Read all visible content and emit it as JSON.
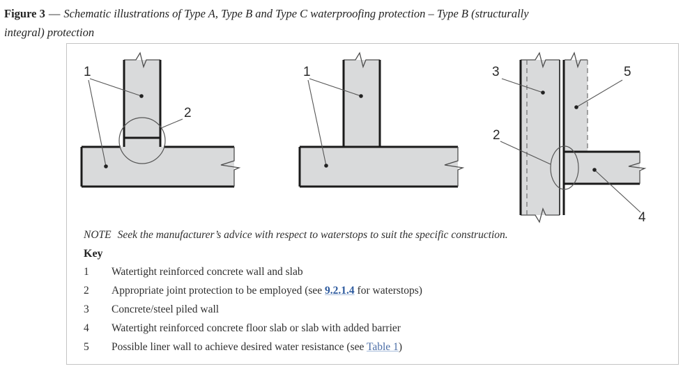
{
  "title": {
    "figure": "Figure 3",
    "dash": "—",
    "rest_line1": "Schematic illustrations of Type A, Type B and Type C waterproofing protection – Type B (structurally",
    "rest_line2": "integral) protection"
  },
  "note": {
    "label": "NOTE",
    "text": "Seek the manufacturer’s advice with respect to waterstops to suit the specific construction."
  },
  "key": {
    "heading": "Key",
    "items": [
      {
        "num": "1",
        "text": "Watertight reinforced concrete wall and slab"
      },
      {
        "num": "2",
        "prefix": "Appropriate joint protection to be employed (see ",
        "link": "9.2.1.4",
        "suffix": " for waterstops)"
      },
      {
        "num": "3",
        "text": "Concrete/steel piled wall"
      },
      {
        "num": "4",
        "text": "Watertight reinforced concrete floor slab or slab with added barrier"
      },
      {
        "num": "5",
        "prefix": "Possible liner wall to achieve desired water resistance (see ",
        "link": "Table 1",
        "suffix": ")"
      }
    ]
  },
  "diagram_labels": {
    "d1_wall_slab": "1",
    "d1_joint": "2",
    "d2_wall_slab": "1",
    "d3_piled_wall": "3",
    "d3_joint": "2",
    "d3_floor_slab": "4",
    "d3_liner_wall": "5"
  },
  "colors": {
    "concrete_fill": "#d9dadb",
    "edge_bold": "#1a1a1a",
    "edge_thin": "#4d4d4d",
    "link_bold": "#2d5a9e",
    "link": "#4a6da7",
    "box_border": "#c4c4c4"
  }
}
